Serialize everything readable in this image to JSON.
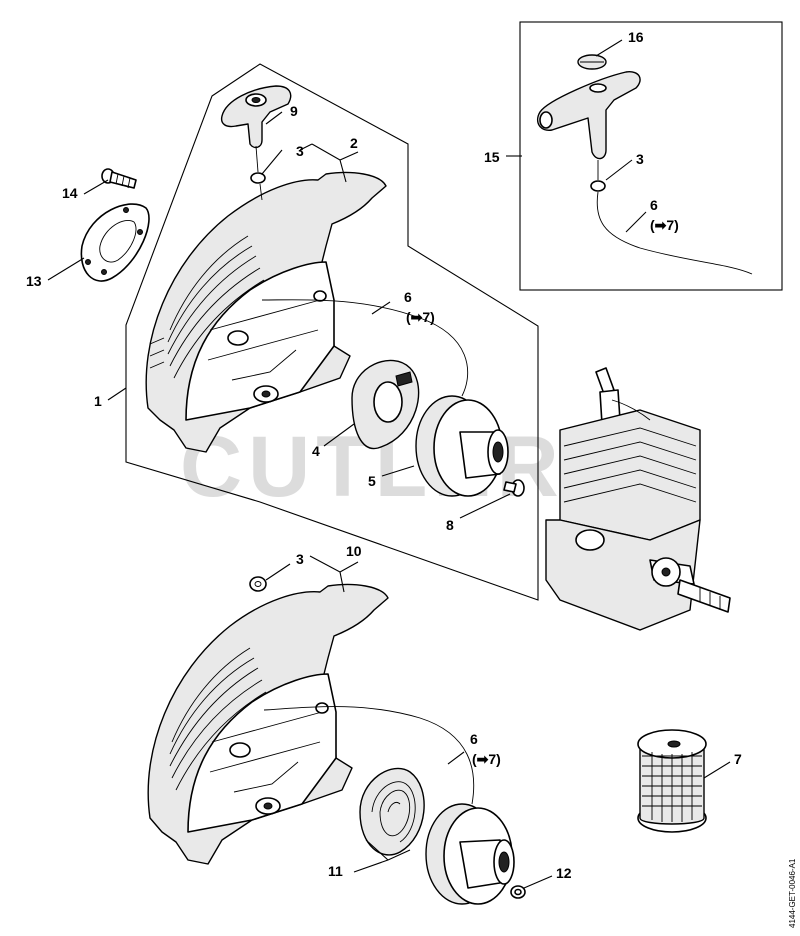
{
  "watermark": "CUTLER'S",
  "drawing_code": "4144-GET-0046-A1",
  "callouts": {
    "c1": "1",
    "c2": "2",
    "c3a": "3",
    "c3b": "3",
    "c3c": "3",
    "c4": "4",
    "c5": "5",
    "c6a": "6",
    "c6b": "6",
    "c6c": "6",
    "c7": "7",
    "c8": "8",
    "c9": "9",
    "c10": "10",
    "c11": "11",
    "c12": "12",
    "c13": "13",
    "c14": "14",
    "c15": "15",
    "c16": "16"
  },
  "cross_refs": {
    "r6a": "(➡7)",
    "r6b": "(➡7)",
    "r6c": "(➡7)"
  }
}
